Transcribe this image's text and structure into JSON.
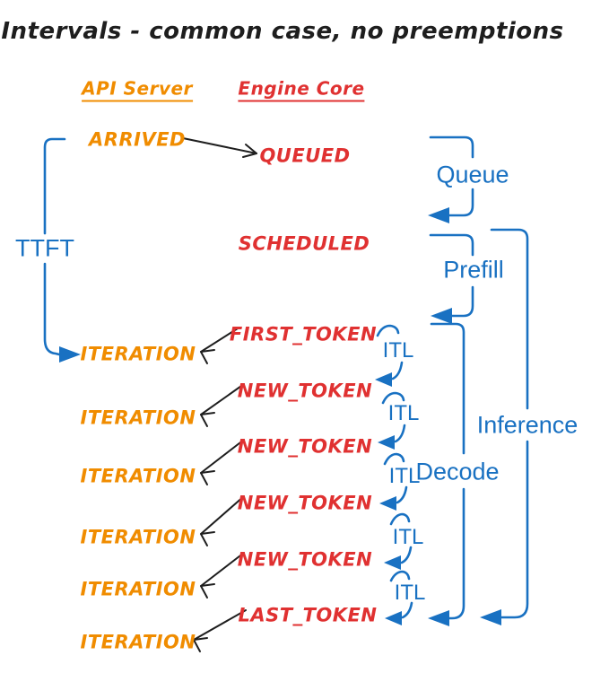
{
  "title": "Intervals - common case, no preemptions",
  "columns": {
    "api_server": "API Server",
    "engine_core": "Engine Core"
  },
  "events": {
    "arrived": "ARRIVED",
    "queued": "QUEUED",
    "scheduled": "SCHEDULED"
  },
  "rows": [
    {
      "token": "FIRST_TOKEN",
      "iteration": "ITERATION"
    },
    {
      "token": "NEW_TOKEN",
      "iteration": "ITERATION"
    },
    {
      "token": "NEW_TOKEN",
      "iteration": "ITERATION"
    },
    {
      "token": "NEW_TOKEN",
      "iteration": "ITERATION"
    },
    {
      "token": "NEW_TOKEN",
      "iteration": "ITERATION"
    },
    {
      "token": "LAST_TOKEN",
      "iteration": "ITERATION"
    }
  ],
  "intervals": {
    "ttft": "TTFT",
    "queue": "Queue",
    "prefill": "Prefill",
    "decode": "Decode",
    "inference": "Inference"
  },
  "itl_labels": [
    "ITL",
    "ITL",
    "ITL",
    "ITL",
    "ITL"
  ],
  "colors": {
    "blue": "#1971c2",
    "red": "#e03131",
    "orange": "#f08c00",
    "ink": "#1e1e1e",
    "background": "#ffffff"
  }
}
